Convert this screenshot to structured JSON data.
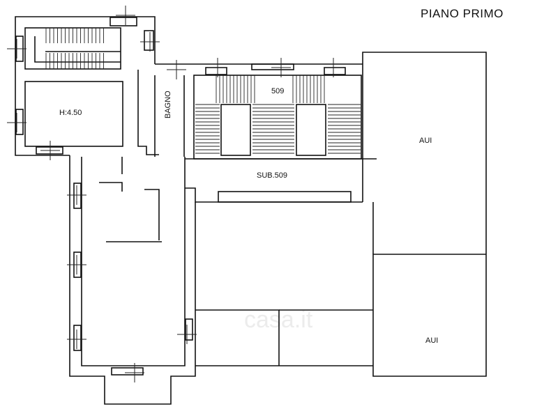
{
  "title": "PIANO PRIMO",
  "rooms": {
    "height_label": "H:4.50",
    "bathroom": "BAGNO",
    "stair_number": "509",
    "sub_label": "SUB.509",
    "aui_upper": "AUI",
    "aui_lower": "AUI"
  },
  "watermark": "casa.it"
}
